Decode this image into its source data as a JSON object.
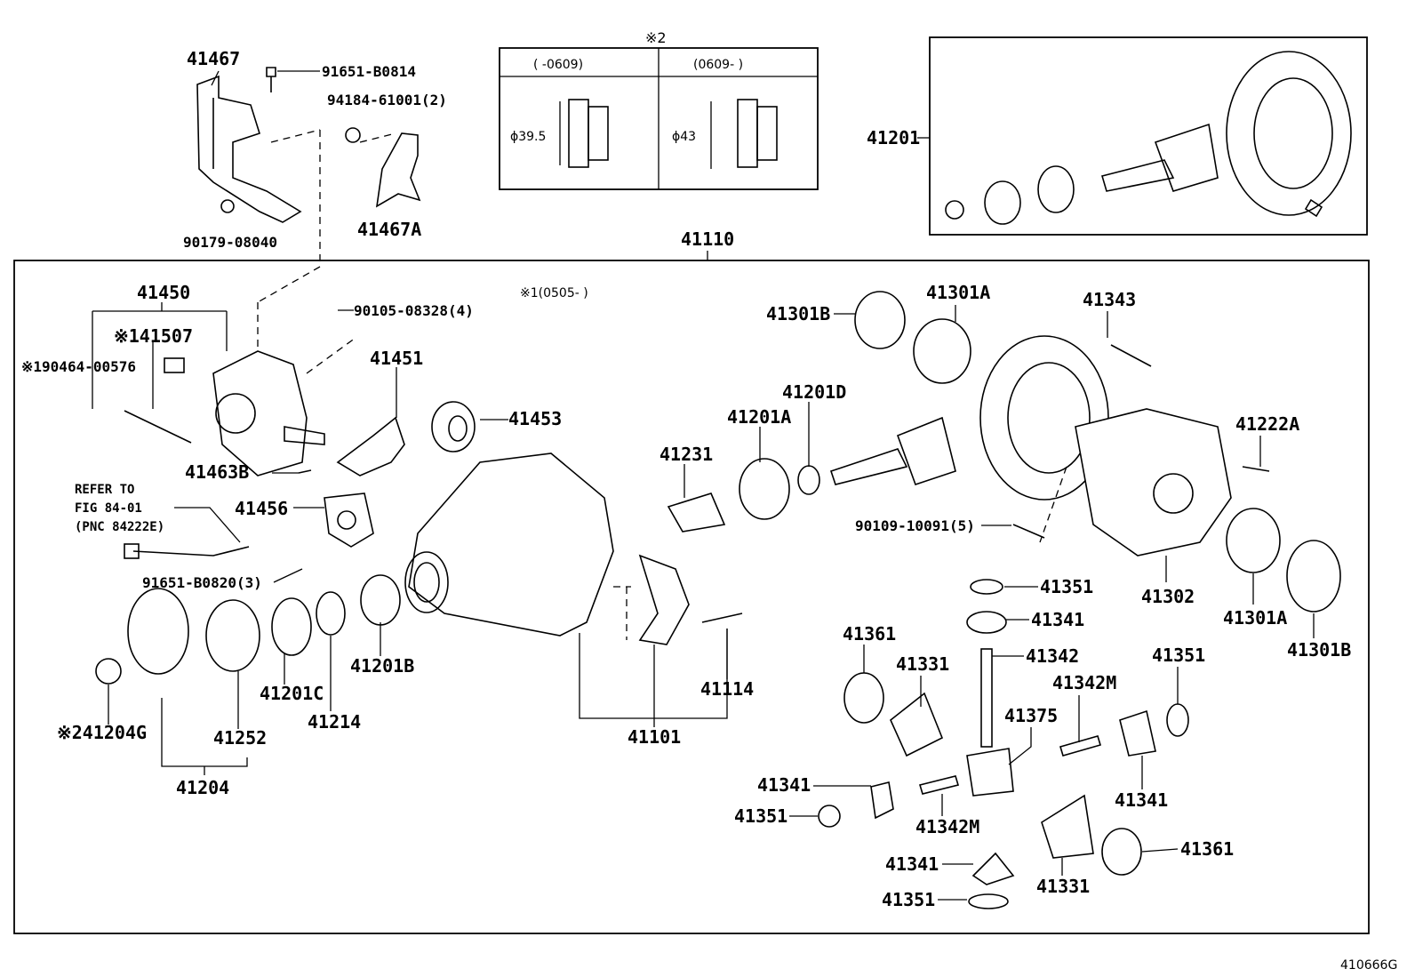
{
  "diagram_code": "410666G",
  "inset_note": {
    "marker": "※2",
    "col_left": "(      -0609)",
    "col_right": "(0609-      )",
    "dim_left": "ϕ39.5",
    "dim_right": "ϕ43"
  },
  "note_1": "※1(0505-       )",
  "refer_to": [
    "REFER TO",
    "FIG 84-01",
    "(PNC 84222E)"
  ],
  "parts": {
    "p41467": "41467",
    "p91651_B0814": "91651-B0814",
    "p94184_61001": "94184-61001(2)",
    "p90179_08040": "90179-08040",
    "p41467A": "41467A",
    "p41201": "41201",
    "p41110": "41110",
    "p41450": "41450",
    "p41507": "※141507",
    "p90464_00576": "※190464-00576",
    "p90105_08328": "90105-08328(4)",
    "p41451": "41451",
    "p41453": "41453",
    "p41463B": "41463B",
    "p41456": "41456",
    "p91651_B0820": "91651-B0820(3)",
    "p41231": "41231",
    "p41201A_a": "41201A",
    "p41201D": "41201D",
    "p41301B_a": "41301B",
    "p41301A_a": "41301A",
    "p41343": "41343",
    "p41222A": "41222A",
    "p90109_10091": "90109-10091(5)",
    "p41302": "41302",
    "p41301A_b": "41301A",
    "p41301B_b": "41301B",
    "p41351_a": "41351",
    "p41341_a": "41341",
    "p41342": "41342",
    "p41342M_a": "41342M",
    "p41375": "41375",
    "p41361_a": "41361",
    "p41331_a": "41331",
    "p41351_b": "41351",
    "p41341_b": "41341",
    "p41341_c": "41341",
    "p41351_c": "41351",
    "p41342M_b": "41342M",
    "p41341_d": "41341",
    "p41351_d": "41351",
    "p41331_b": "41331",
    "p41361_b": "41361",
    "p41204G": "※241204G",
    "p41252": "41252",
    "p41201C": "41201C",
    "p41214": "41214",
    "p41201B": "41201B",
    "p41204": "41204",
    "p41101": "41101",
    "p41114": "41114"
  }
}
